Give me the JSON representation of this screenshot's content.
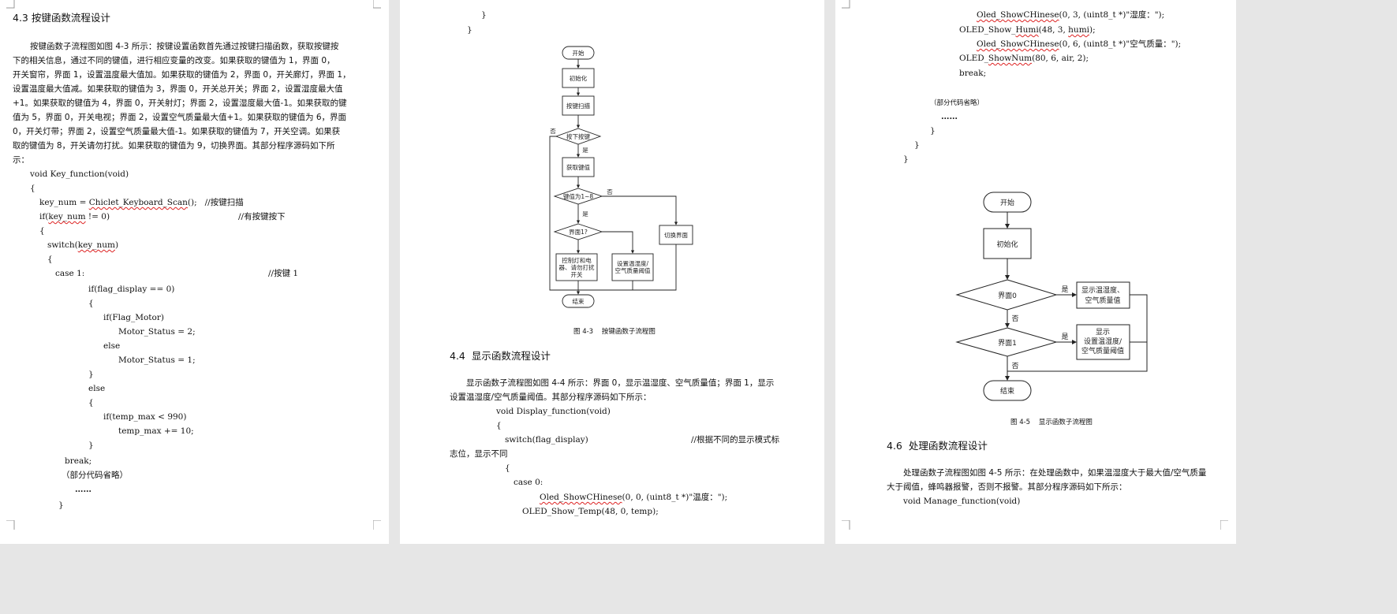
{
  "page1": {
    "heading": "4.3 按键函数流程设计",
    "para": [
      "按键函数子流程图如图 4-3 所示：按键设置函数首先通过按键扫描函数，获取按键按",
      "下的相关信息，通过不同的键值，进行相应变量的改变。如果获取的键值为 1，界面 0，",
      "开关窗帘，界面 1，设置温度最大值加。如果获取的键值为 2，界面 0，开关廊灯，界面 1，",
      "设置温度最大值减。如果获取的键值为 3，界面 0，开关总开关；界面 2，设置湿度最大值",
      "+1。如果获取的键值为 4，界面 0，开关射灯；界面 2，设置湿度最大值-1。如果获取的键",
      "值为 5，界面 0，开关电视；界面 2，设置空气质量最大值+1。如果获取的键值为 6，界面",
      "0，开关灯带；界面 2，设置空气质量最大值-1。如果获取的键值为 7，开关空调。如果获",
      "取的键值为 8，开关请勿打扰。如果获取的键值为 9，切换界面。其部分程序源码如下所",
      "示："
    ],
    "code": {
      "l1": "void Key_function(void)",
      "l2": "{",
      "l3a": "key_num = ",
      "l3b": "Chiclet_Keyboard_Scan",
      "l3c": "();   //按键扫描",
      "l4a": "if(",
      "l4b": "key_num",
      "l4c": " != 0)",
      "l4d": "//有按键按下",
      "l5": "{",
      "l6a": "switch(",
      "l6b": "key_num",
      "l6c": ")",
      "l7": "{",
      "l8a": "case 1:",
      "l8b": "//按键 1",
      "l9": "if(flag_display == 0)",
      "l10": "{",
      "l11": "if(Flag_Motor)",
      "l12": "Motor_Status = 2;",
      "l13": "else",
      "l14": "Motor_Status = 1;",
      "l15": "}",
      "l16": "else",
      "l17": "{",
      "l18": "if(temp_max < 990)",
      "l19": "temp_max += 10;",
      "l20": "}",
      "l21": "break;",
      "l22": "（部分代码省略）",
      "l23": "……",
      "l24": "}"
    }
  },
  "page2": {
    "top_brace1": "}",
    "top_brace2": "}",
    "fc": {
      "start": "开始",
      "init": "初始化",
      "scan": "按键扫描",
      "pressed": "按下按键",
      "no1": "否",
      "yes1": "是",
      "get": "获取键值",
      "key": "键值为1~8",
      "no2": "否",
      "yes2": "是",
      "iface": "界面1?",
      "switch": "切换界面",
      "ctrl": [
        "控制灯和电",
        "器、请勿打扰",
        "开关"
      ],
      "setv": [
        "设置温湿度/",
        "空气质量阈值"
      ],
      "end": "结束"
    },
    "caption": "图 4-3    按键函数子流程图",
    "heading": "4.4  显示函数流程设计",
    "para": [
      "显示函数子流程图如图 4-4 所示：界面 0，显示温湿度、空气质量值；界面 1，显示",
      "设置温湿度/空气质量阈值。其部分程序源码如下所示："
    ],
    "code": {
      "l1": "void Display_function(void)",
      "l2": "{",
      "l3a": "switch(flag_display)",
      "l3b": "//根据不同的显示模式标",
      "l3c": "志位，显示不同",
      "l4": "{",
      "l5": "case 0:",
      "l6a": "Oled_ShowCHinese",
      "l6b": "(0, 0, (uint8_t *)\"温度：\");",
      "l7": "OLED_Show_Temp(48, 0, temp);"
    }
  },
  "page3": {
    "code": {
      "l1a": "Oled_ShowCHinese",
      "l1b": "(0, 3, (uint8_t *)\"湿度：\");",
      "l2a": "OLED_Show_",
      "l2b": "Humi",
      "l2c": "(48, 3, ",
      "l2d": "humi",
      "l2e": ");",
      "l3a": "Oled_ShowCHinese",
      "l3b": "(0, 6, (uint8_t *)\"空气质量：\");",
      "l4a": "OLED_",
      "l4b": "ShowNum",
      "l4c": "(80, 6, air, 2);",
      "l5": "break;",
      "l6": "（部分代码省略）",
      "l7": "……",
      "l8": "}",
      "l9": "}",
      "l10": "}"
    },
    "fc": {
      "start": "开始",
      "init": "初始化",
      "if0": "界面0",
      "yes0": "是",
      "show0": [
        "显示温湿度、",
        "空气质量值"
      ],
      "no0": "否",
      "if1": "界面1",
      "yes1": "是",
      "show1": [
        "显示",
        "设置温湿度/",
        "空气质量阈值"
      ],
      "no1": "否",
      "end": "结束"
    },
    "caption": "图 4-5    显示函数子流程图",
    "heading": "4.6  处理函数流程设计",
    "para": [
      "处理函数子流程图如图 4-5 所示：在处理函数中，如果温湿度大于最大值/空气质量",
      "大于阈值，蜂鸣器报警，否则不报警。其部分程序源码如下所示："
    ],
    "code_last": "void Manage_function(void)"
  }
}
